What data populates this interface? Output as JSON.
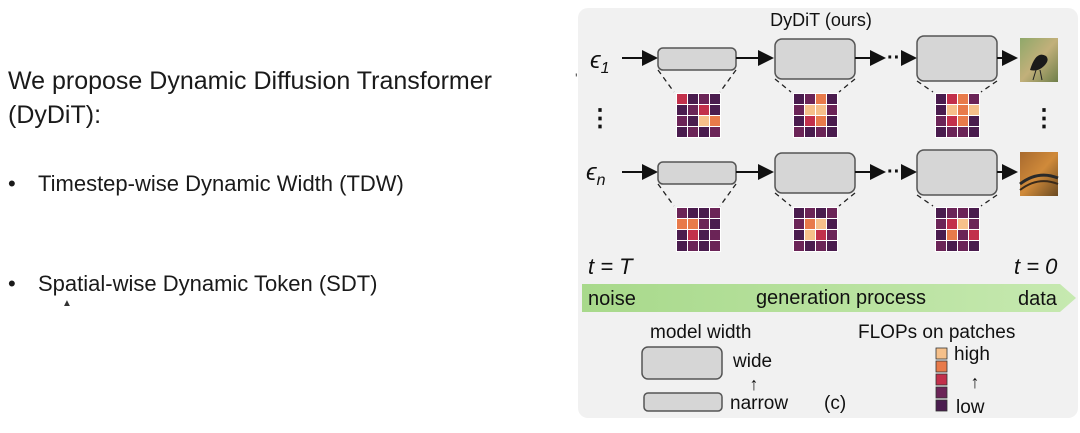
{
  "slide": {
    "intro_line1": "We propose Dynamic Diffusion Transformer",
    "intro_line2": "(DyDiT):",
    "bullets": [
      {
        "marker": "•",
        "text": "Timestep-wise Dynamic Width (TDW)"
      },
      {
        "marker": "•",
        "text": "Spatial-wise Dynamic Token (SDT)"
      }
    ]
  },
  "figure": {
    "title": "DyDiT (ours)",
    "rows": [
      {
        "label_base": "ϵ",
        "label_sub": "1",
        "blocks": [
          "narrow",
          "wide",
          "wide"
        ]
      },
      {
        "label_base": "ϵ",
        "label_sub": "n",
        "blocks": [
          "narrow",
          "wide",
          "wide"
        ]
      }
    ],
    "vertical_dots": "⋮",
    "ellipsis": "···",
    "time_start": "t = T",
    "time_end": "t = 0",
    "arrow_left": "noise",
    "arrow_center": "generation process",
    "arrow_right": "data",
    "legend_width_title": "model width",
    "legend_wide": "wide",
    "legend_narrow": "narrow",
    "legend_c": "(c)",
    "legend_flops_title": "FLOPs on patches",
    "legend_high": "high",
    "legend_low": "low",
    "legend_arrow": "↑",
    "heat_colors": [
      "#4a1c4e",
      "#6b2457",
      "#c2304b",
      "#e87a4a",
      "#f6c08a"
    ],
    "heatmaps": [
      [
        2,
        0,
        1,
        0,
        0,
        1,
        2,
        0,
        1,
        0,
        4,
        3,
        0,
        1,
        0,
        1
      ],
      [
        0,
        1,
        3,
        0,
        1,
        4,
        4,
        1,
        0,
        2,
        3,
        0,
        1,
        0,
        1,
        0
      ],
      [
        0,
        2,
        3,
        1,
        0,
        4,
        3,
        4,
        1,
        2,
        3,
        0,
        0,
        1,
        1,
        0
      ],
      [
        1,
        0,
        0,
        1,
        3,
        3,
        1,
        0,
        0,
        2,
        0,
        1,
        0,
        1,
        0,
        1
      ],
      [
        0,
        1,
        0,
        1,
        1,
        3,
        4,
        0,
        0,
        4,
        2,
        1,
        1,
        0,
        1,
        0
      ],
      [
        0,
        1,
        1,
        0,
        1,
        2,
        4,
        1,
        0,
        3,
        1,
        2,
        1,
        0,
        1,
        0
      ]
    ]
  }
}
